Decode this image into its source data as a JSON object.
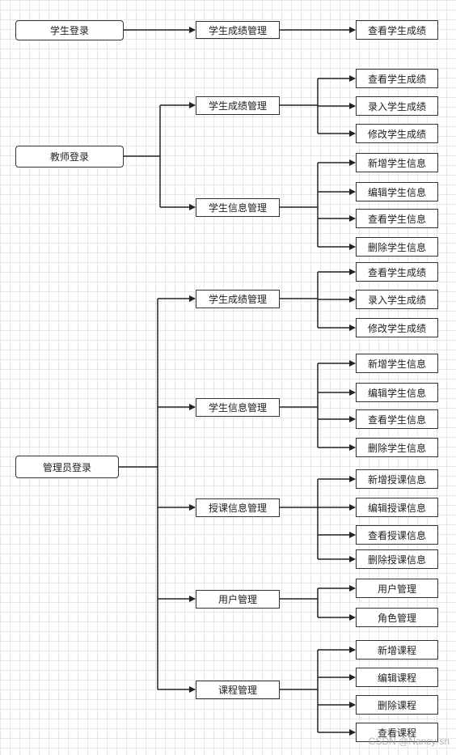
{
  "nodes": {
    "s_login": "学生登录",
    "s_mgmt": "学生成绩管理",
    "s_view": "查看学生成绩",
    "t_login": "教师登录",
    "t_score": "学生成绩管理",
    "t_score_view": "查看学生成绩",
    "t_score_add": "录入学生成绩",
    "t_score_edit": "修改学生成绩",
    "t_info": "学生信息管理",
    "t_info_add": "新增学生信息",
    "t_info_edit": "编辑学生信息",
    "t_info_view": "查看学生信息",
    "t_info_del": "删除学生信息",
    "a_login": "管理员登录",
    "a_score": "学生成绩管理",
    "a_score_view": "查看学生成绩",
    "a_score_add": "录入学生成绩",
    "a_score_edit": "修改学生成绩",
    "a_info": "学生信息管理",
    "a_info_add": "新增学生信息",
    "a_info_edit": "编辑学生信息",
    "a_info_view": "查看学生信息",
    "a_info_del": "删除学生信息",
    "a_teach": "授课信息管理",
    "a_teach_add": "新增授课信息",
    "a_teach_edit": "编辑授课信息",
    "a_teach_view": "查看授课信息",
    "a_teach_del": "删除授课信息",
    "a_user": "用户管理",
    "a_user_user": "用户管理",
    "a_user_role": "角色管理",
    "a_course": "课程管理",
    "a_course_add": "新增课程",
    "a_course_edit": "编辑课程",
    "a_course_del": "删除课程",
    "a_course_view": "查看课程"
  },
  "watermark": "CSDN @Nancy-sn"
}
